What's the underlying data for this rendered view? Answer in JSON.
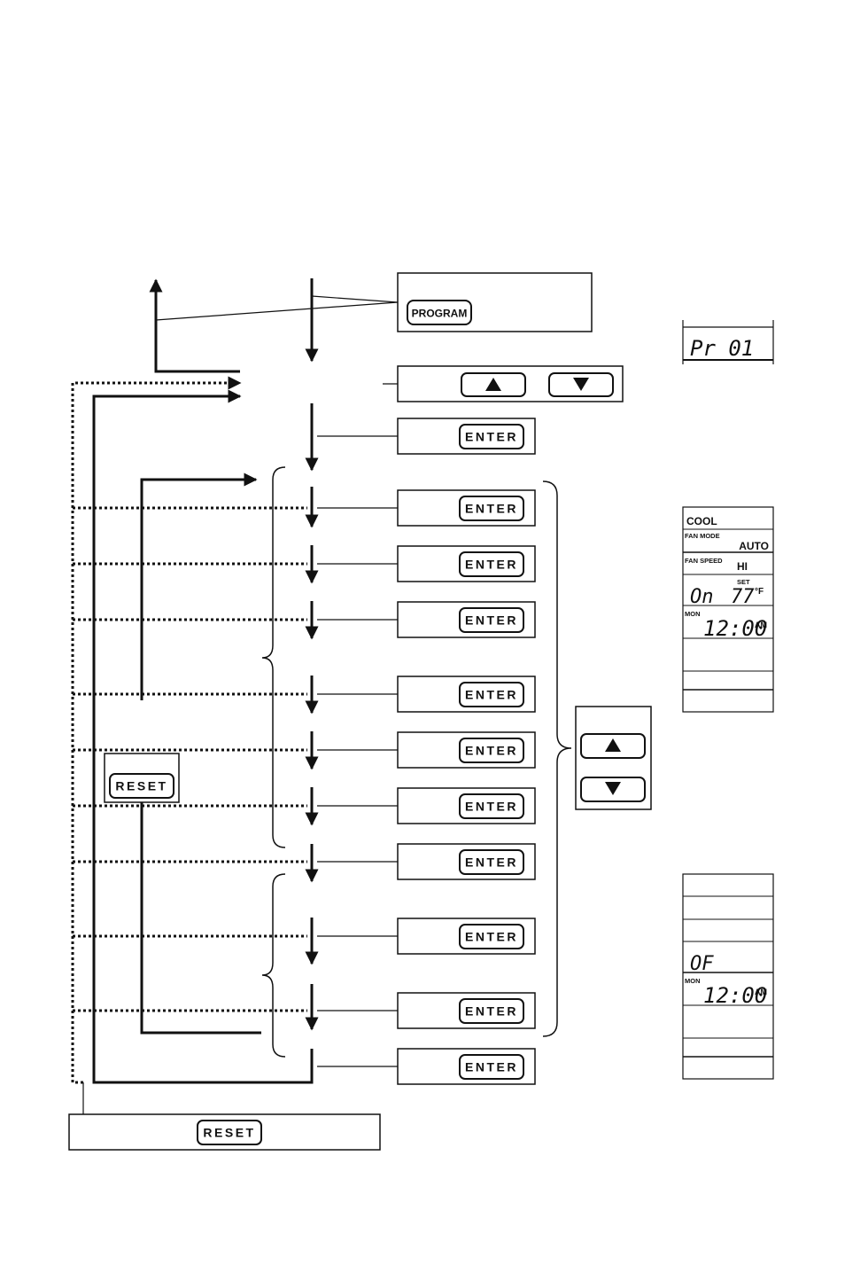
{
  "keys": {
    "program": "PROGRAM",
    "enter": "ENTER",
    "reset": "RESET",
    "up_icon": "up-triangle",
    "down_icon": "down-triangle"
  },
  "lcd_program": {
    "segment_text": "Pr 01"
  },
  "lcd_mode": {
    "mode": "COOL",
    "fan_mode_label": "FAN MODE",
    "fan_mode_value": "AUTO",
    "fan_speed_label": "FAN SPEED",
    "fan_speed_value": "HI",
    "set_label": "SET",
    "state": "On",
    "temperature": "77",
    "unit": "°F",
    "day": "MON",
    "time": "12:00",
    "ampm": "AM"
  },
  "lcd_off": {
    "state": "OF",
    "day": "MON",
    "time": "12:00",
    "ampm": "AM"
  }
}
